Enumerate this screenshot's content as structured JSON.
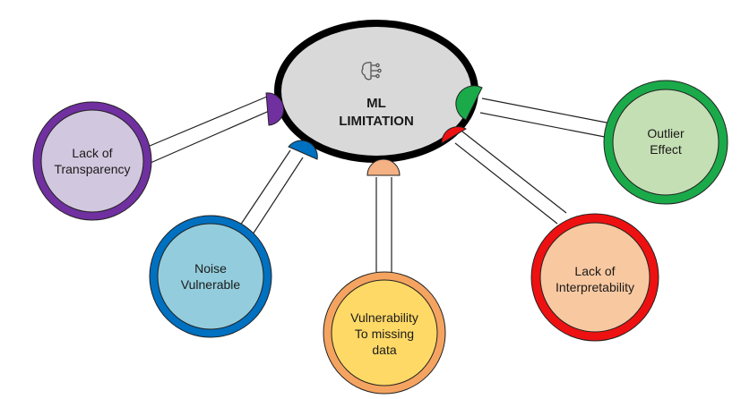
{
  "center": {
    "title_line1": "ML",
    "title_line2": "LIMITATION",
    "icon": "brain-circuit-icon"
  },
  "nodes": [
    {
      "id": "transparency",
      "line1": "Lack of",
      "line2": "Transparency",
      "fill": "#d1c7de",
      "ring": "#7030a0"
    },
    {
      "id": "noise",
      "line1": "Noise",
      "line2": "Vulnerable",
      "fill": "#93cddd",
      "ring": "#0070c0"
    },
    {
      "id": "missing-data",
      "line1": "Vulnerability",
      "line2": "To missing",
      "line3": "data",
      "fill": "#ffd966",
      "ring": "#f4a460"
    },
    {
      "id": "interpretability",
      "line1": "Lack of",
      "line2": "Interpretability",
      "fill": "#f8c8a0",
      "ring": "#ee1111"
    },
    {
      "id": "outlier",
      "line1": "Outlier",
      "line2": "Effect",
      "fill": "#c5dfb4",
      "ring": "#1aaa4a"
    }
  ]
}
